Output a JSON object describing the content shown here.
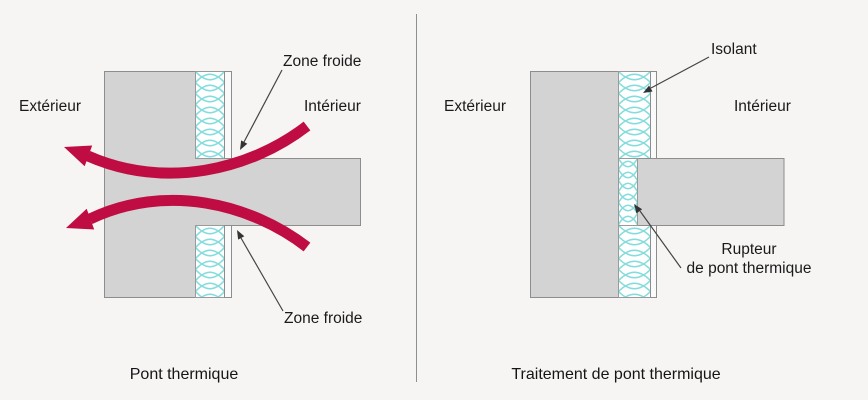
{
  "page": {
    "background": "#f7f5f4",
    "type": "thermal-bridge-diagram"
  },
  "colors": {
    "concrete_fill": "#d3d3d3",
    "outline": "#8d8d8d",
    "insulation_stroke": "#85dcdc",
    "insulation_fill": "#ffffff",
    "heat_arrow": "#bf0d43",
    "divider": "#8f8f8f",
    "leader_line": "#444444",
    "text": "#1a1a1a"
  },
  "left_panel": {
    "exterior_label": "Extérieur",
    "interior_label": "Intérieur",
    "cold_zone_top_label": "Zone froide",
    "cold_zone_bottom_label": "Zone froide",
    "caption": "Pont thermique"
  },
  "right_panel": {
    "exterior_label": "Extérieur",
    "interior_label": "Intérieur",
    "insulation_label": "Isolant",
    "breaker_label_line1": "Rupteur",
    "breaker_label_line2": "de pont thermique",
    "caption": "Traitement de pont thermique"
  }
}
